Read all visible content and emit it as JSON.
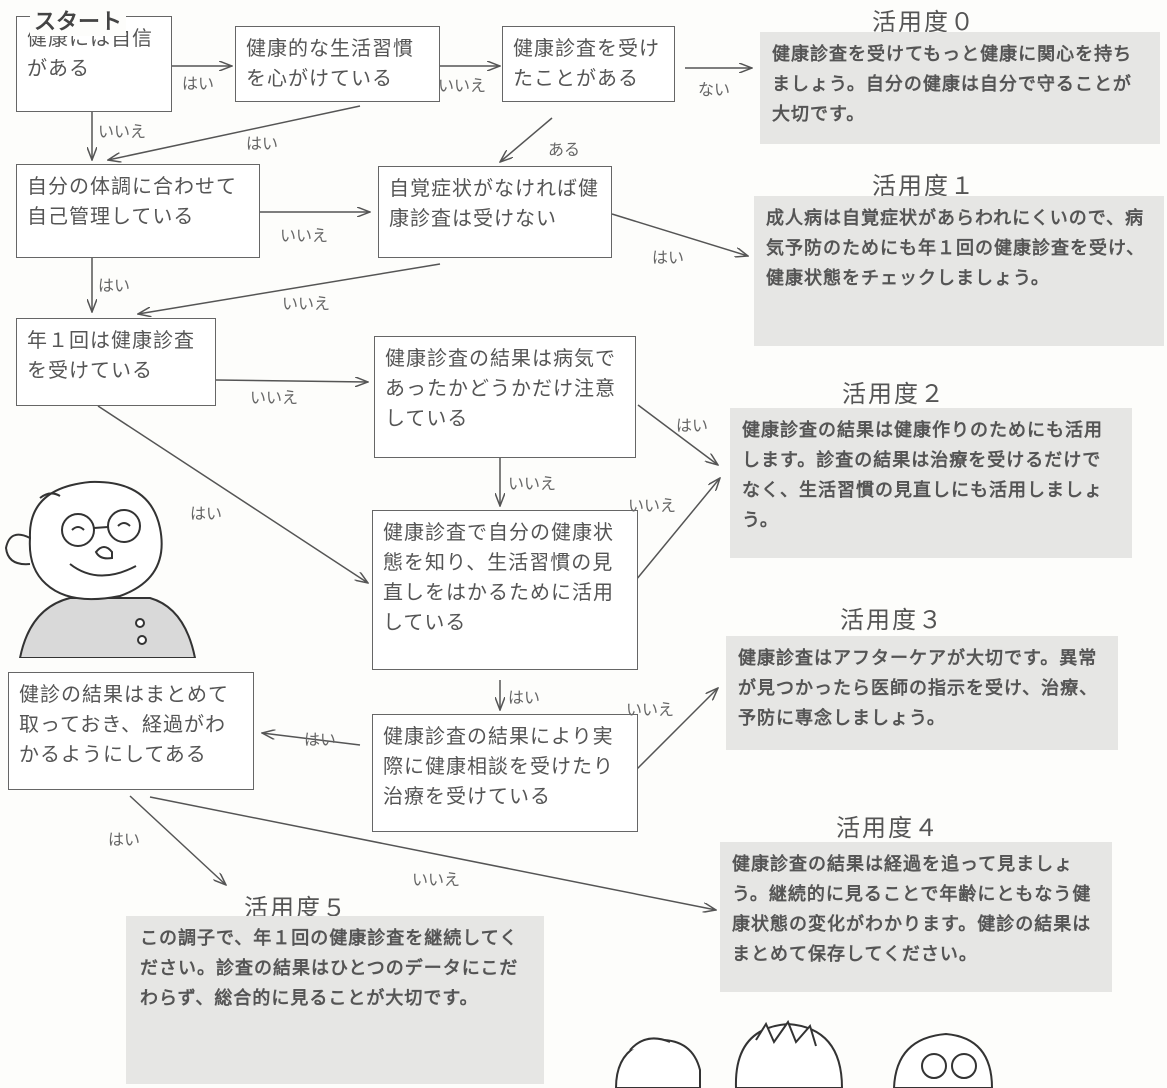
{
  "start_label": "スタート",
  "nodes": {
    "q1": "健康には自信がある",
    "q2": "健康的な生活習慣を心がけている",
    "q3": "健康診査を受けたことがある",
    "q4": "自分の体調に合わせて自己管理している",
    "q5": "自覚症状がなければ健康診査は受けない",
    "q6": "年１回は健康診査を受けている",
    "q7": "健康診査の結果は病気であったかどうかだけ注意している",
    "q8": "健康診査で自分の健康状態を知り、生活習慣の見直しをはかるために活用している",
    "q9": "健康診査の結果により実際に健康相談を受けたり治療を受けている",
    "q10": "健診の結果はまとめて取っておき、経過がわかるようにしてある"
  },
  "results": [
    {
      "title": "活用度０",
      "text": "健康診査を受けてもっと健康に関心を持ちましょう。自分の健康は自分で守ることが大切です。"
    },
    {
      "title": "活用度１",
      "text": "成人病は自覚症状があらわれにくいので、病気予防のためにも年１回の健康診査を受け、健康状態をチェックしましょう。"
    },
    {
      "title": "活用度２",
      "text": "健康診査の結果は健康作りのためにも活用します。診査の結果は治療を受けるだけでなく、生活習慣の見直しにも活用しましょう。"
    },
    {
      "title": "活用度３",
      "text": "健康診査はアフターケアが大切です。異常が見つかったら医師の指示を受け、治療、予防に専念しましょう。"
    },
    {
      "title": "活用度４",
      "text": "健康診査の結果は経過を追って見ましょう。継続的に見ることで年齢にともなう健康状態の変化がわかります。健診の結果はまとめて保存してください。"
    },
    {
      "title": "活用度５",
      "text": "この調子で、年１回の健康診査を継続してください。診査の結果はひとつのデータにこだわらず、総合的に見ることが大切です。"
    }
  ],
  "edge_labels": {
    "q1_q2": "はい",
    "q2_q3": "いいえ",
    "q3_r0": "ない",
    "q1_q4": "いいえ",
    "q2_q4": "はい",
    "q3_q5": "ある",
    "q4_q5": "いいえ",
    "q5_r1": "はい",
    "q4_q6": "はい",
    "q5_q6": "いいえ",
    "q6_q7": "いいえ",
    "q7_r2": "はい",
    "q7_q8": "いいえ",
    "q6_q8": "はい",
    "q8_r2": "いいえ",
    "q8_q9": "はい",
    "q9_r3": "いいえ",
    "q9_q10": "はい",
    "q10_r5": "はい",
    "q10_r4": "いいえ"
  }
}
